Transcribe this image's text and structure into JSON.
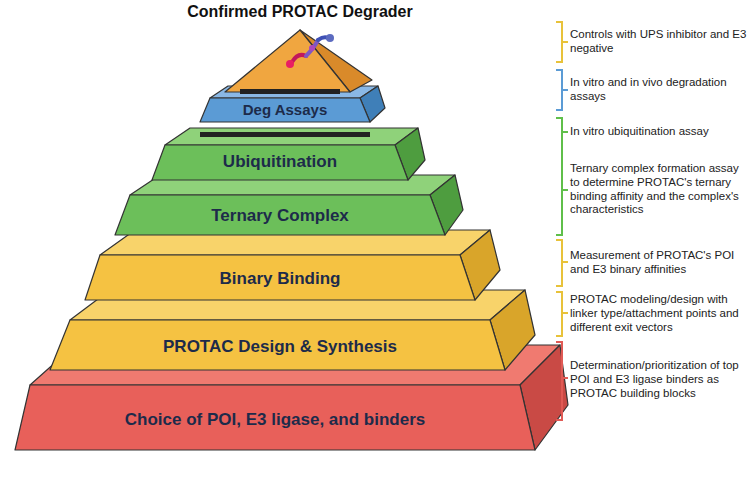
{
  "diagram": {
    "title": "Confirmed PROTAC Degrader",
    "nodes": [
      {
        "text": [
          "Deg Assays"
        ]
      },
      {
        "text": [
          "Ubiquitination"
        ]
      },
      {
        "text": [
          "Ternary Complex"
        ]
      },
      {
        "text": [
          "Binary Binding"
        ]
      },
      {
        "text": [
          "PROTAC Design & Synthesis"
        ]
      },
      {
        "text": [
          "Choice of POI, E3 ligase, and binders"
        ]
      }
    ],
    "labels": [
      "Controls with UPS inhibitor and E3 negative",
      "In vitro and in vivo degradation assays",
      "In vitro ubiquitination assay",
      "Ternary complex formation assay to determine PROTAC's ternary binding affinity and the complex's characteristics",
      "Measurement of PROTAC's POI and E3 binary affinities",
      "PROTAC modeling/design with linker type/attachment points and different exit vectors",
      "Determination/prioritization of top POI and E3 ligase binders as PROTAC building blocks"
    ]
  }
}
